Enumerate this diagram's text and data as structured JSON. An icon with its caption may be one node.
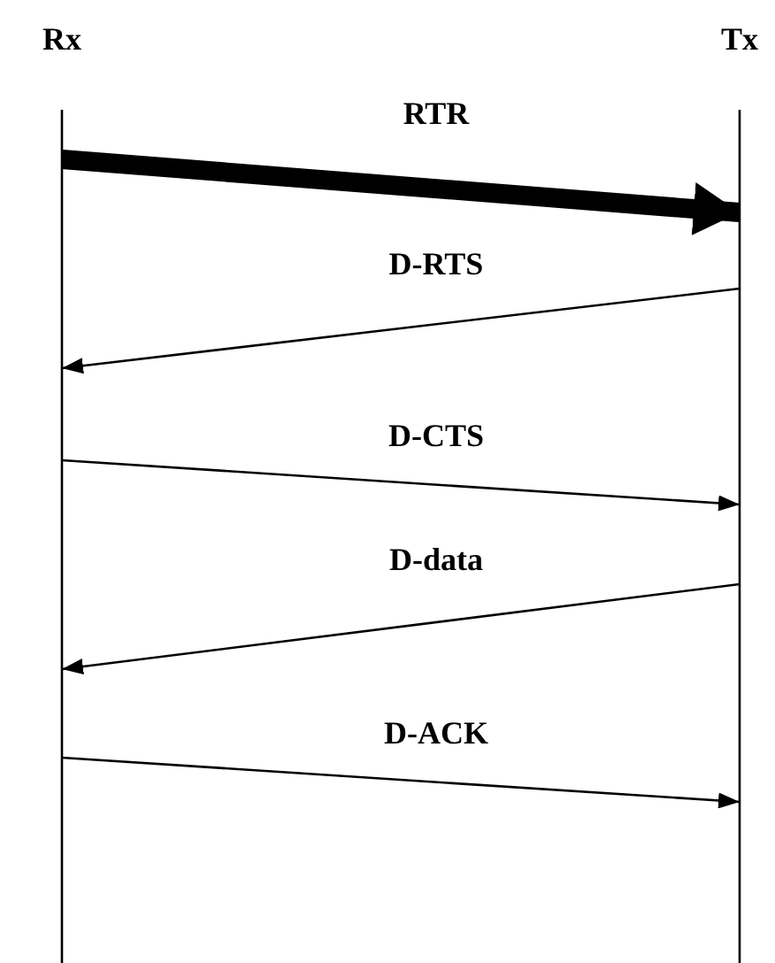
{
  "diagram": {
    "nodes": [
      {
        "text": [
          "Rx"
        ]
      },
      {
        "text": [
          "Tx"
        ]
      }
    ],
    "edges": [
      {
        "from": 0,
        "to": 1,
        "arrow": "to",
        "label": "RTR",
        "style": "thick"
      },
      {
        "from": 1,
        "to": 0,
        "arrow": "to",
        "label": "D-RTS"
      },
      {
        "from": 0,
        "to": 1,
        "arrow": "to",
        "label": "D-CTS"
      },
      {
        "from": 1,
        "to": 0,
        "arrow": "to",
        "label": "D-data"
      },
      {
        "from": 0,
        "to": 1,
        "arrow": "to",
        "label": "D-ACK"
      }
    ]
  }
}
